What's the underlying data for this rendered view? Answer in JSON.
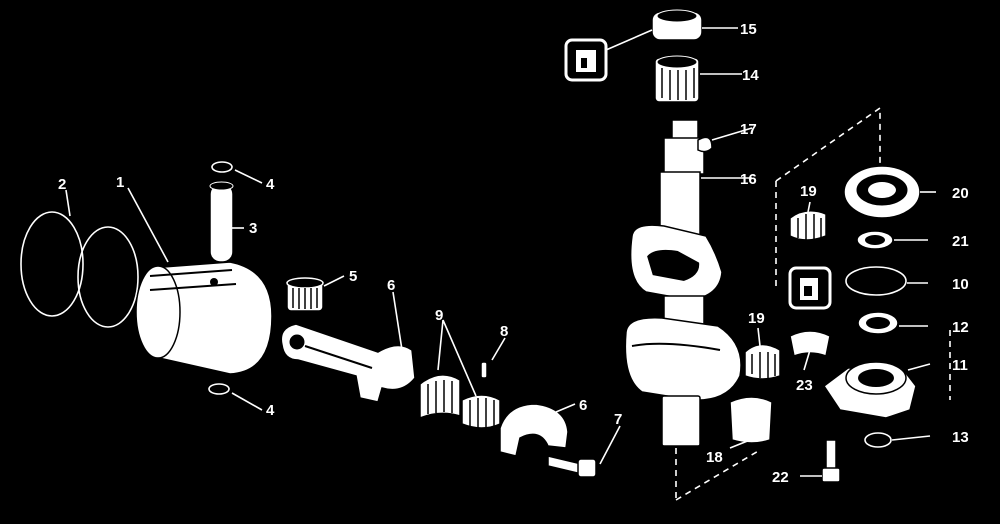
{
  "callouts": {
    "c1": "1",
    "c2": "2",
    "c3": "3",
    "c4a": "4",
    "c4b": "4",
    "c5": "5",
    "c6a": "6",
    "c6b": "6",
    "c7": "7",
    "c8": "8",
    "c9": "9",
    "c10": "10",
    "c11": "11",
    "c12": "12",
    "c13": "13",
    "c14": "14",
    "c15": "15",
    "c16": "16",
    "c17": "17",
    "c18": "18",
    "c19a": "19",
    "c19b": "19",
    "c20": "20",
    "c21": "21",
    "c22": "22",
    "c23": "23"
  },
  "colors": {
    "background": "#000000",
    "ink": "#ffffff"
  }
}
